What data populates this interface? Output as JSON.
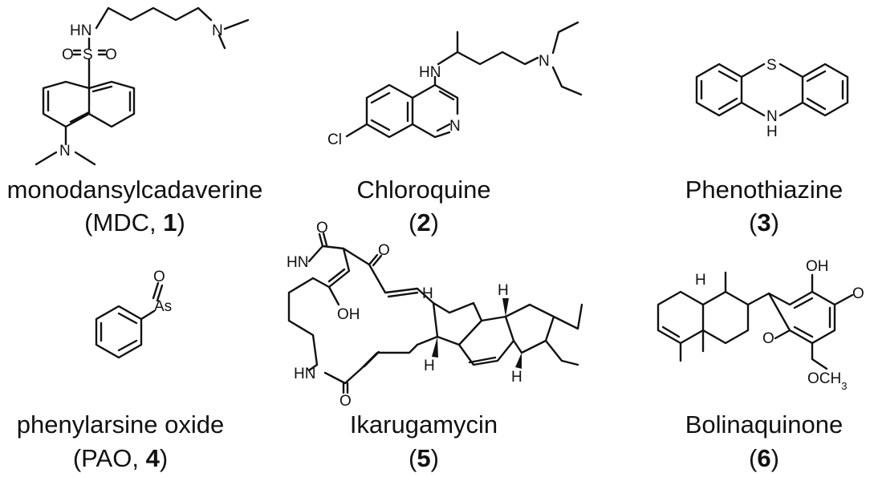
{
  "compounds": [
    {
      "name": "monodansylcadaverine",
      "abbr": "MDC, ",
      "number": "1"
    },
    {
      "name": "Chloroquine",
      "abbr": "",
      "number": "2"
    },
    {
      "name": "Phenothiazine",
      "abbr": "",
      "number": "3"
    },
    {
      "name": "phenylarsine oxide",
      "abbr": "PAO, ",
      "number": "4"
    },
    {
      "name": "Ikarugamycin",
      "abbr": "",
      "number": "5"
    },
    {
      "name": "Bolinaquinone",
      "abbr": "",
      "number": "6"
    }
  ],
  "atoms": {
    "hn": "HN",
    "nh": "NH",
    "n": "N",
    "o": "O",
    "s": "S",
    "cl": "Cl",
    "h": "H",
    "oh": "OH",
    "as": "As",
    "och3": "OCH",
    "sub3": "3"
  }
}
